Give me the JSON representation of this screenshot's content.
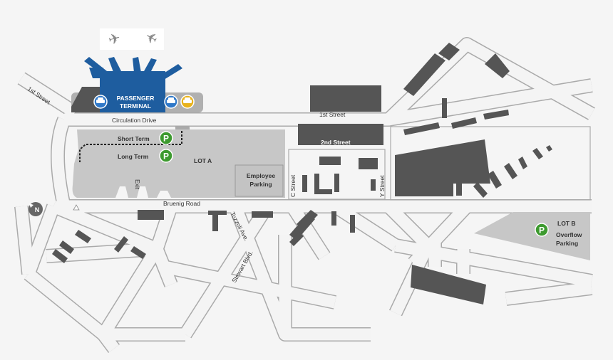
{
  "terminal": {
    "line1": "PASSENGER",
    "line2": "TERMINAL"
  },
  "streets": {
    "first_street_west": "1st Street",
    "first_street": "1st Street",
    "second_street": "2nd Street",
    "circulation_drive": "Circulation Drive",
    "bruenig_road": "Bruenig Road",
    "tozzoli_ave": "Tozzoli Ave.",
    "stewart_blvd": "Stewart Blvd.",
    "c_street": "C Street",
    "y_street": "Y Street",
    "exit": "Exit"
  },
  "lot_a": {
    "name": "LOT A",
    "short_term": "Short Term",
    "long_term": "Long Term"
  },
  "employee_parking": {
    "line1": "Employee",
    "line2": "Parking"
  },
  "lot_b": {
    "name": "LOT B",
    "line1": "Overflow",
    "line2": "Parking"
  },
  "icons": {
    "parking": "P",
    "north": "N",
    "parking_color": "#3d9a2f",
    "car_rental_color": "#2f78c8",
    "taxi_color": "#e8b21c",
    "terminal_color": "#1e5d9f"
  }
}
